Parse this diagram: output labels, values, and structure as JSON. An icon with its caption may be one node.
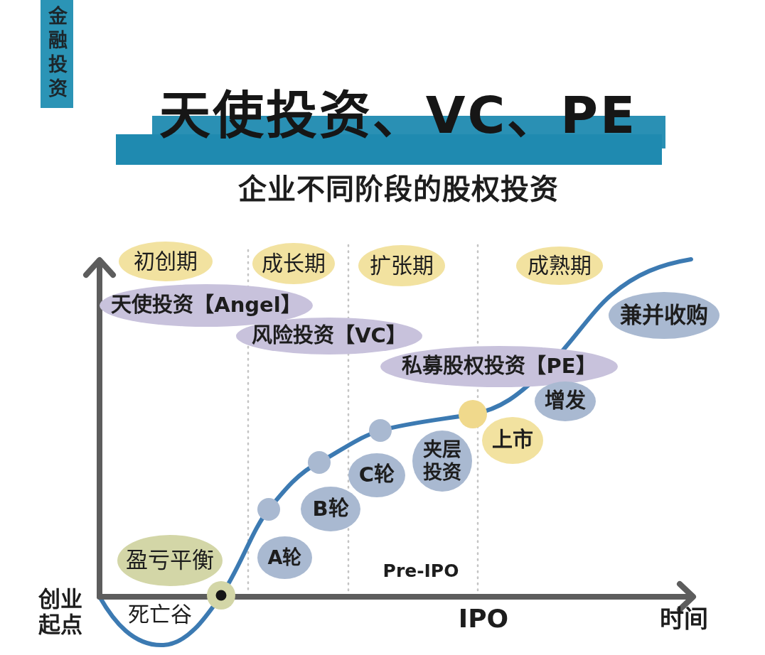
{
  "diagram": {
    "title": "天使投资、VC、PE",
    "nodes": [
      {
        "text": [
          "金融投资"
        ]
      },
      {
        "text": [
          "初创期"
        ]
      },
      {
        "text": [
          "成长期"
        ]
      },
      {
        "text": [
          "扩张期"
        ]
      },
      {
        "text": [
          "成熟期"
        ]
      },
      {
        "text": [
          "天使投资【Angel】"
        ]
      },
      {
        "text": [
          "兼并收购"
        ]
      },
      {
        "text": [
          "风险投资【VC】"
        ]
      },
      {
        "text": [
          "私募股权投资【PE】"
        ]
      },
      {
        "text": [
          "增发"
        ]
      },
      {
        "text": [],
        "shape": "circle"
      },
      {
        "text": [],
        "shape": "circle"
      },
      {
        "text": [
          "上市"
        ]
      },
      {
        "text": [
          "夹层投资"
        ]
      },
      {
        "text": [],
        "shape": "circle"
      },
      {
        "text": [
          "C轮"
        ]
      },
      {
        "text": [],
        "shape": "circle"
      },
      {
        "text": [
          "B轮"
        ]
      },
      {
        "text": [
          "A轮"
        ]
      },
      {
        "text": [
          "盈亏平衡"
        ]
      },
      {
        "text": [],
        "shape": "circle"
      }
    ],
    "labels": [
      "企业不同阶段的股权投资",
      "Pre-IPO",
      "创业起点",
      "死亡谷",
      "IPO",
      "时间"
    ]
  }
}
